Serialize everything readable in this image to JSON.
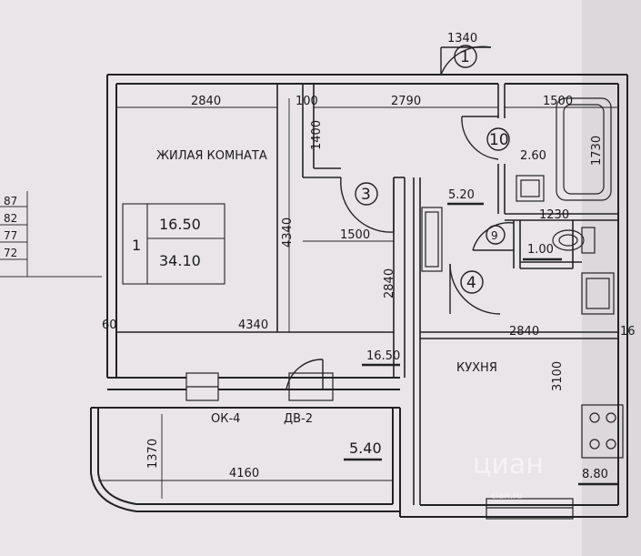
{
  "room_name_living": "ЖИЛАЯ КОМНАТА",
  "room_name_kitchen": "КУХНЯ",
  "apartment_rooms": "1",
  "living_area": "16.50",
  "total_area": "34.10",
  "areas": {
    "hall": "5.20",
    "bathroom": "2.60",
    "toilet": "1.00",
    "kitchen": "8.80",
    "loggia": "5.40",
    "living_bottom": "16.50"
  },
  "markers": {
    "m1": "1",
    "m3": "3",
    "m4": "4",
    "m9": "9",
    "m10": "10"
  },
  "dimensions": {
    "top_left": "2840",
    "top_mid": "2790",
    "top_right": "1500",
    "top_door": "1340",
    "corridor_short": "100",
    "corridor_vert": "1400",
    "living_height": "4340",
    "hall_width": "1500",
    "hall_height": "2840",
    "bath_height": "1730",
    "bath_width": "1230",
    "living_width_bottom": "4340",
    "left_small": "60",
    "kitchen_width": "2840",
    "kitchen_height": "3100",
    "right_small": "16",
    "loggia_width": "4160",
    "loggia_height": "1370"
  },
  "window_labels": {
    "window": "ОК-4",
    "door": "ДВ-2"
  },
  "side_numbers": [
    "87",
    "82",
    "77",
    "72"
  ],
  "watermark": {
    "brand": "циан",
    "sub": "cian.ru"
  }
}
